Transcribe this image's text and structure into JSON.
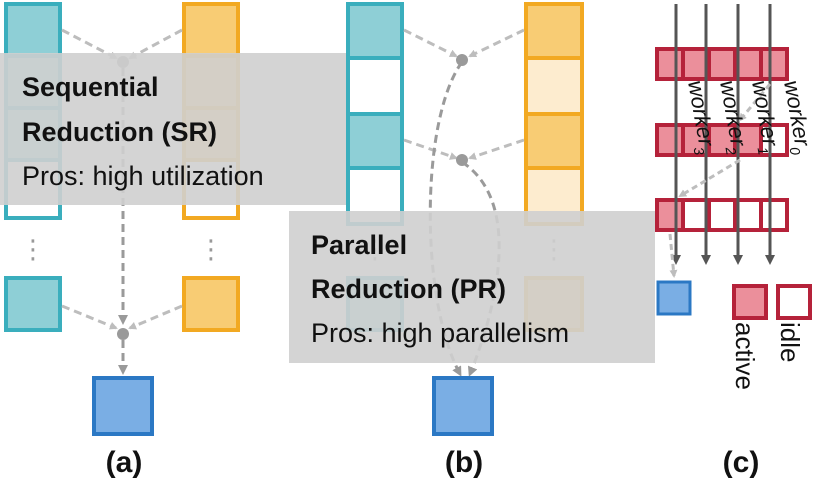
{
  "panels": {
    "a": {
      "caption": "(a)",
      "overlay": {
        "title_line1": "Sequential",
        "title_line2": "Reduction (SR)",
        "pros": "Pros: high utilization"
      }
    },
    "b": {
      "caption": "(b)",
      "overlay": {
        "title_line1": "Parallel",
        "title_line2": "Reduction (PR)",
        "pros": "Pros: high parallelism"
      }
    },
    "c": {
      "caption": "(c)",
      "workers": [
        {
          "base": "worker",
          "sub": "0"
        },
        {
          "base": "worker",
          "sub": "1"
        },
        {
          "base": "worker",
          "sub": "2"
        },
        {
          "base": "worker",
          "sub": "3"
        }
      ],
      "legend": {
        "active": "active",
        "idle": "idle"
      }
    }
  },
  "ellipsis": "⋮",
  "colors": {
    "teal_fill": "#8ecfd6",
    "teal_stroke": "#3aaebd",
    "orange_fill": "#f8cc74",
    "orange_stroke": "#f2a922",
    "orange_light": "#fdeccf",
    "blue_fill": "#7aaee4",
    "blue_stroke": "#2b78c4",
    "red_stroke": "#b5223a",
    "red_fill": "#eb8f9b",
    "arrow_gray": "#bdbdbd",
    "dark_gray": "#555555",
    "overlay": "#d0d0d0"
  }
}
